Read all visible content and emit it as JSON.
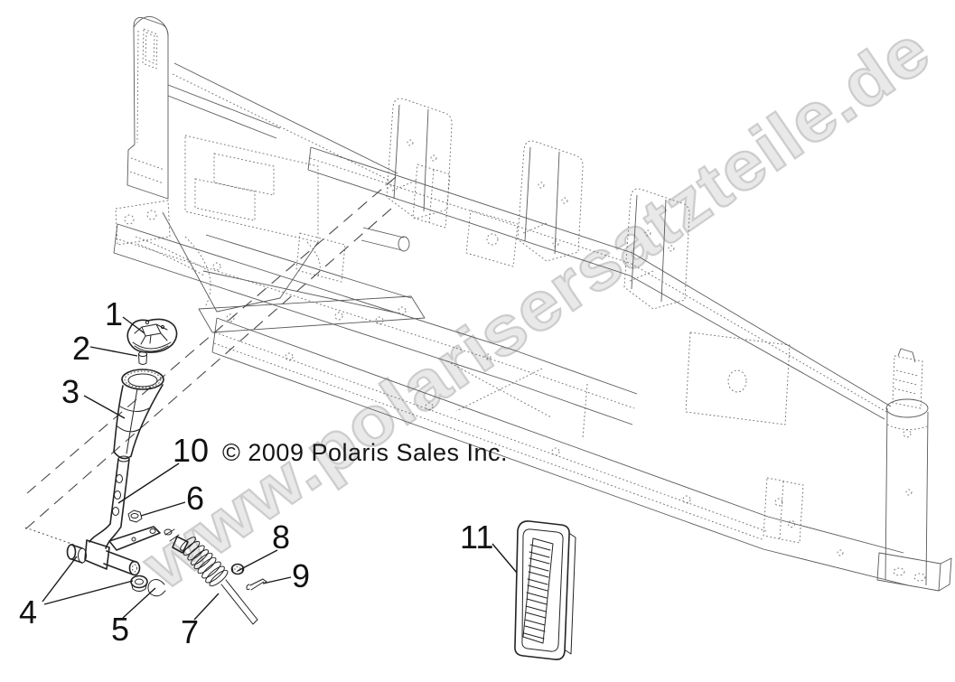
{
  "watermark": {
    "text": "www.polarisersatzteile.de",
    "fill": "#e9e9e9",
    "outline": "#cdcdcd"
  },
  "copyright": {
    "text": "© 2009 Polaris Sales Inc."
  },
  "callouts": [
    {
      "number": "1"
    },
    {
      "number": "2"
    },
    {
      "number": "3"
    },
    {
      "number": "4"
    },
    {
      "number": "5"
    },
    {
      "number": "6"
    },
    {
      "number": "7"
    },
    {
      "number": "8"
    },
    {
      "number": "9"
    },
    {
      "number": "10"
    },
    {
      "number": "11"
    }
  ],
  "colors": {
    "background": "#ffffff",
    "part_line": "#232323",
    "frame_line": "#5a5a5a",
    "callout_text": "#111111"
  }
}
